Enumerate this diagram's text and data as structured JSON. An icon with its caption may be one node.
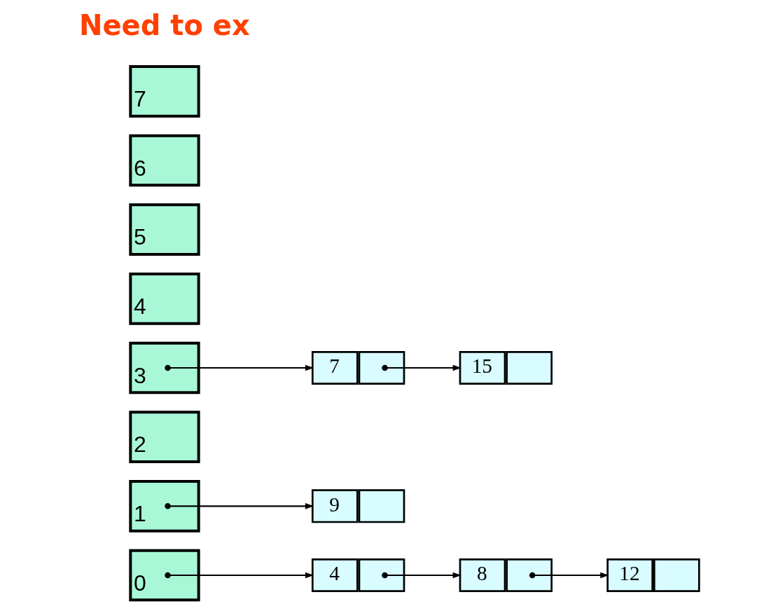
{
  "diagram": {
    "nodes": [
      {
        "text": [
          "0"
        ]
      },
      {
        "text": [
          "1"
        ]
      },
      {
        "text": [
          "2"
        ]
      },
      {
        "text": [
          "3"
        ]
      },
      {
        "text": [
          "4"
        ]
      },
      {
        "text": [
          "5"
        ]
      },
      {
        "text": [
          "6"
        ]
      },
      {
        "text": [
          "7"
        ]
      },
      {
        "text": [
          "4"
        ]
      },
      {
        "text": [
          "8"
        ]
      },
      {
        "text": [
          "12"
        ]
      },
      {
        "text": [
          "9"
        ]
      },
      {
        "text": [
          "7"
        ]
      },
      {
        "text": [
          "15"
        ]
      }
    ],
    "edges": [
      {
        "from": 0,
        "to": 8,
        "arrow": "to"
      },
      {
        "from": 8,
        "to": 9,
        "arrow": "to"
      },
      {
        "from": 9,
        "to": 10,
        "arrow": "to"
      },
      {
        "from": 1,
        "to": 11,
        "arrow": "to"
      },
      {
        "from": 3,
        "to": 12,
        "arrow": "to"
      },
      {
        "from": 12,
        "to": 13,
        "arrow": "to"
      }
    ],
    "labels": [
      "Need to ex"
    ]
  }
}
